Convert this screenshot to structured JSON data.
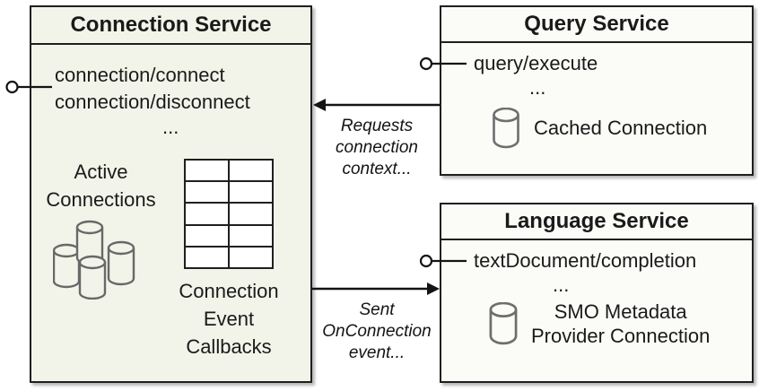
{
  "connection_service": {
    "title": "Connection Service",
    "methods": [
      "connection/connect",
      "connection/disconnect"
    ],
    "more_indicator": "...",
    "active_connections": {
      "label_lines": [
        "Active",
        "Connections"
      ]
    },
    "callback_table": {
      "label_lines": [
        "Connection",
        "Event",
        "Callbacks"
      ],
      "rows": 5,
      "columns": 2
    }
  },
  "query_service": {
    "title": "Query Service",
    "methods": [
      "query/execute"
    ],
    "more_indicator": "...",
    "cached_connection_label": "Cached Connection"
  },
  "language_service": {
    "title": "Language Service",
    "methods": [
      "textDocument/completion"
    ],
    "more_indicator": "...",
    "smo_connection_label_lines": [
      "SMO Metadata",
      "Provider Connection"
    ]
  },
  "edges": {
    "requests_connection_context": {
      "from": "Query Service",
      "to": "Connection Service",
      "label_lines": [
        "Requests",
        "connection",
        "context..."
      ]
    },
    "sent_on_connection_event": {
      "from": "Connection Service",
      "to": "Language Service",
      "label_lines": [
        "Sent",
        "OnConnection",
        "event..."
      ]
    }
  },
  "icons": {
    "interface": "lollipop-interface-icon",
    "database": "database-cylinder-icon",
    "database_cluster": "database-cylinders-icon",
    "callback_grid": "callback-grid-icon"
  },
  "colors": {
    "connection_box_bg": "#f2f4e9",
    "service_box_bg": "#fbfbf8",
    "border": "#1f1f1f",
    "cylinder_stroke": "#6e6e6e",
    "text": "#1a1a1a"
  }
}
